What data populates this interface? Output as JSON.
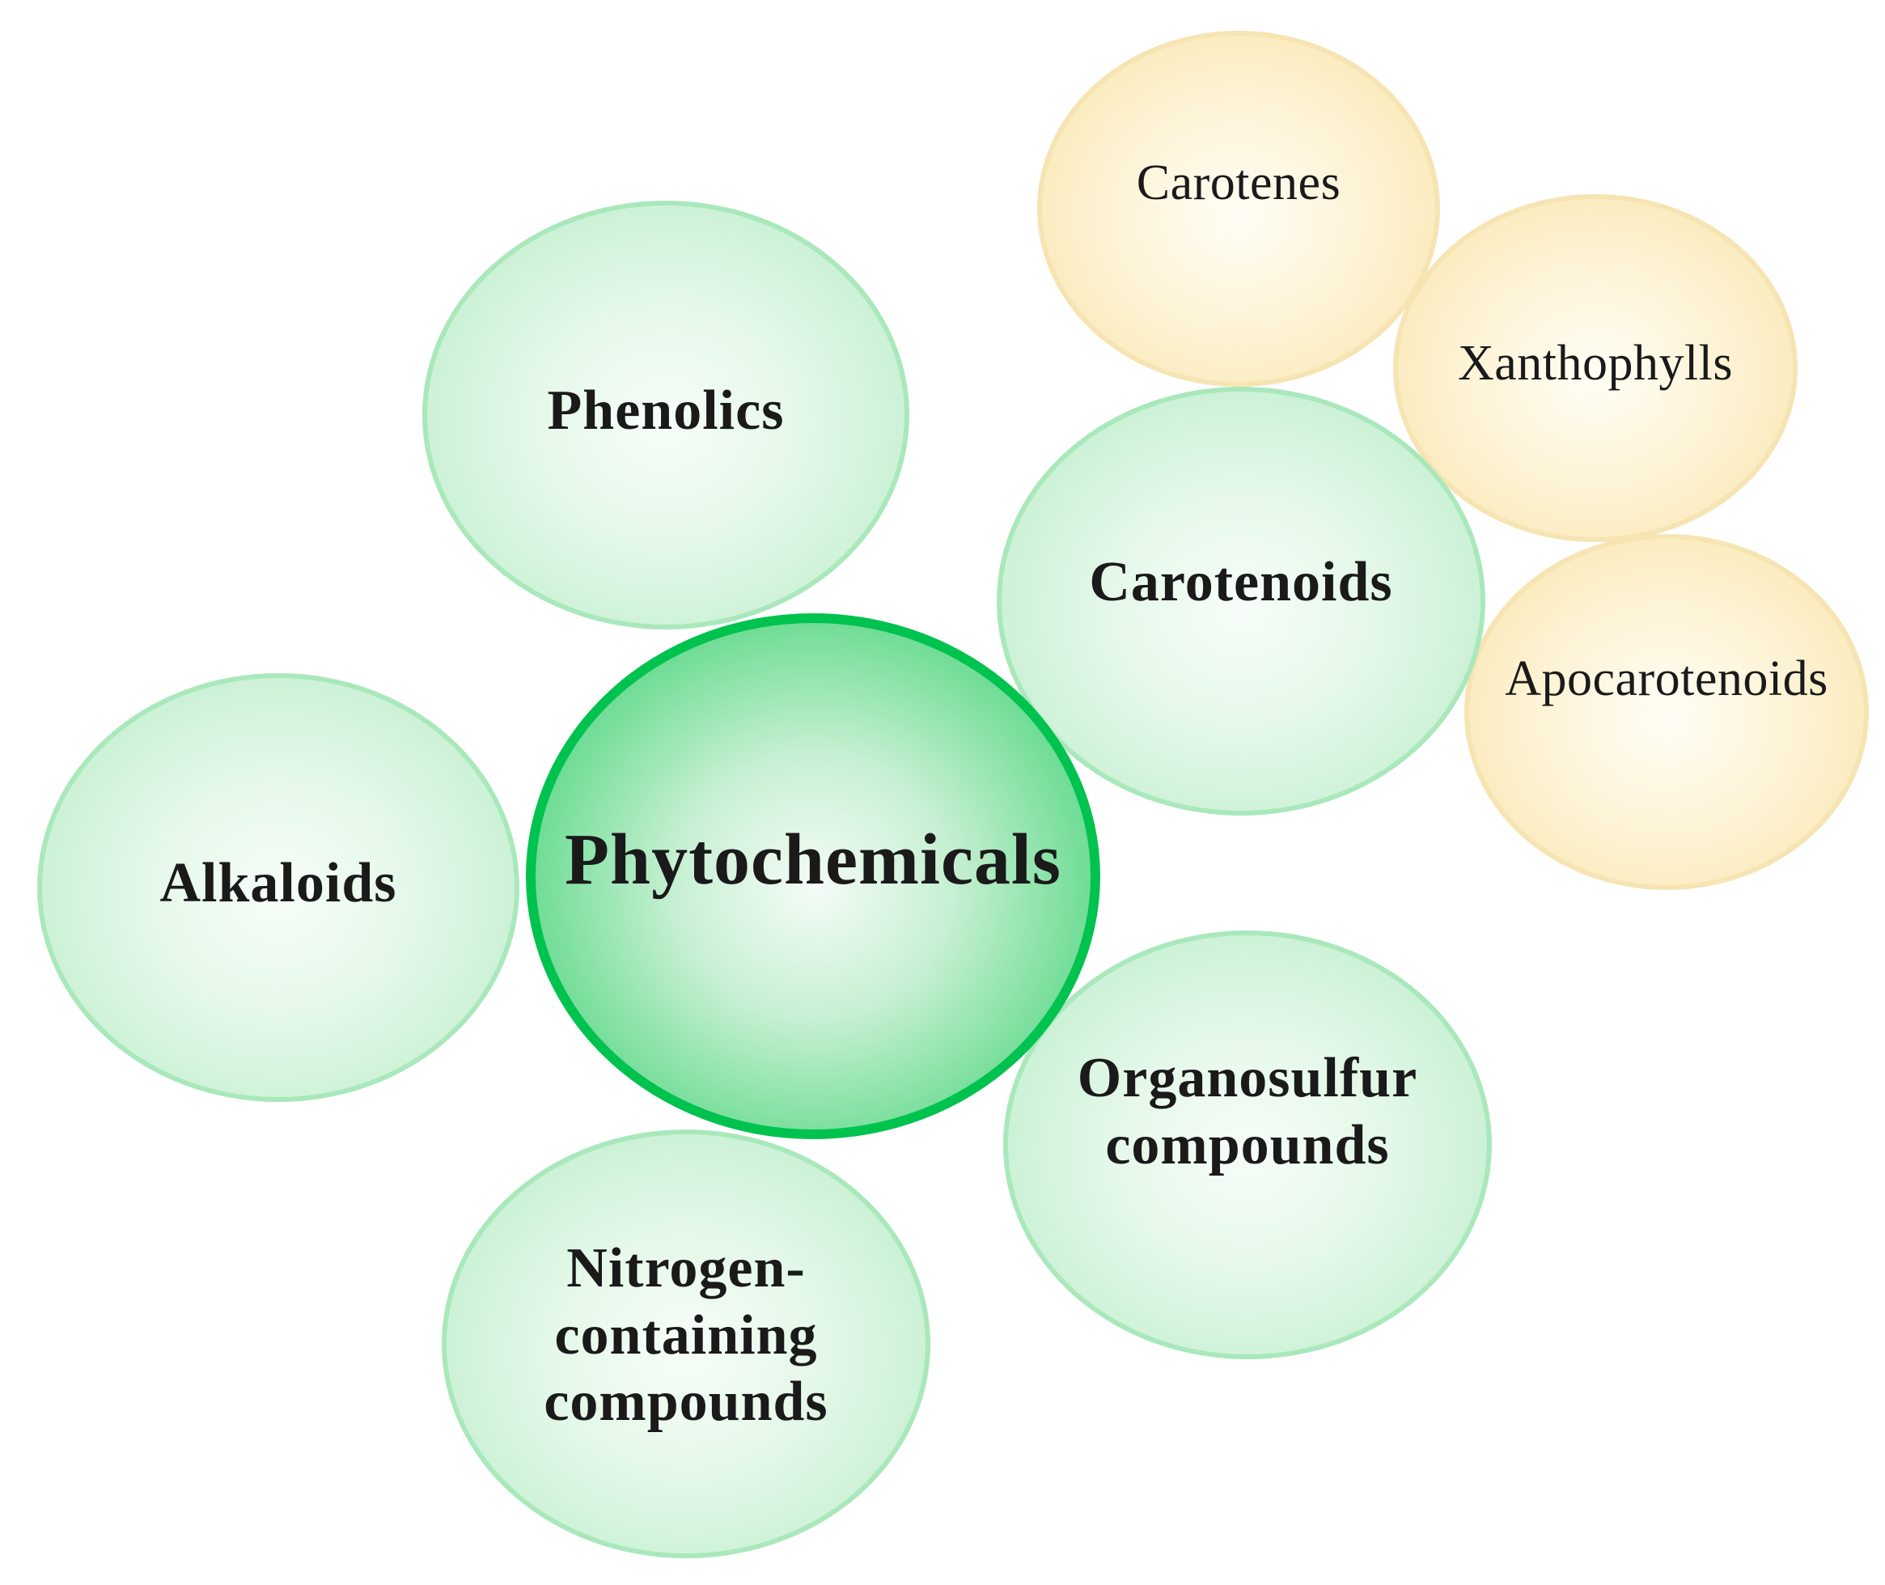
{
  "center": {
    "label": "Phytochemicals"
  },
  "categories": {
    "phenolics": "Phenolics",
    "carotenoids": "Carotenoids",
    "alkaloids": "Alkaloids",
    "organosulfur": [
      "Organosulfur",
      "compounds"
    ],
    "nitrogen": [
      "Nitrogen-",
      "containing",
      "compounds"
    ]
  },
  "carotenoid_subclasses": {
    "carotenes": "Carotenes",
    "xanthophylls": "Xanthophylls",
    "apocarotenoids": "Apocarotenoids"
  },
  "colors": {
    "core_border": "#00c24f",
    "category_fill": "#d9f6e1",
    "subclass_fill": "#fdf0c8"
  }
}
